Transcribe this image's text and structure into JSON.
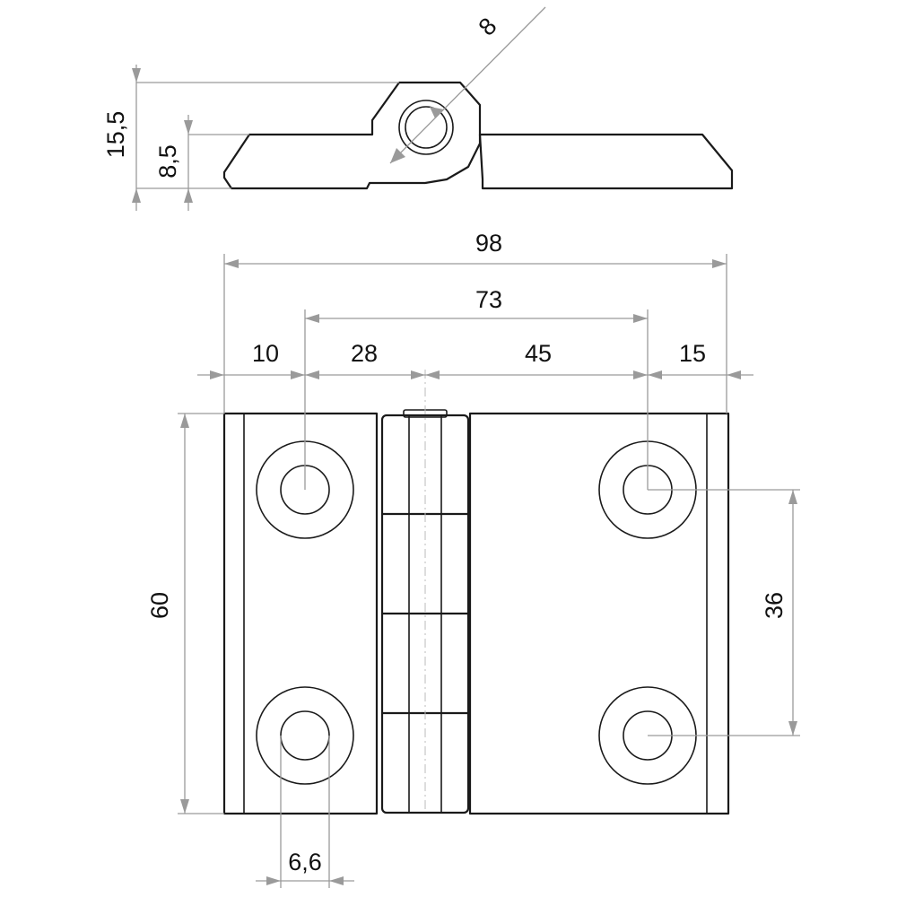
{
  "drawing": {
    "subject": "hinge",
    "colors": {
      "outline": "#1a1a1a",
      "dimension_line": "#9a9a9a",
      "text": "#111111",
      "background": "#ffffff"
    },
    "dimensions": {
      "side_height_total": "15,5",
      "side_height_leaf": "8,5",
      "pin_diameter": "8",
      "overall_width": "98",
      "hole_spacing_horizontal": "73",
      "left_edge_to_hole": "10",
      "left_hole_to_axis": "28",
      "axis_to_right_hole": "45",
      "right_hole_to_edge": "15",
      "overall_height": "60",
      "hole_spacing_vertical": "36",
      "hole_diameter": "6,6"
    }
  }
}
